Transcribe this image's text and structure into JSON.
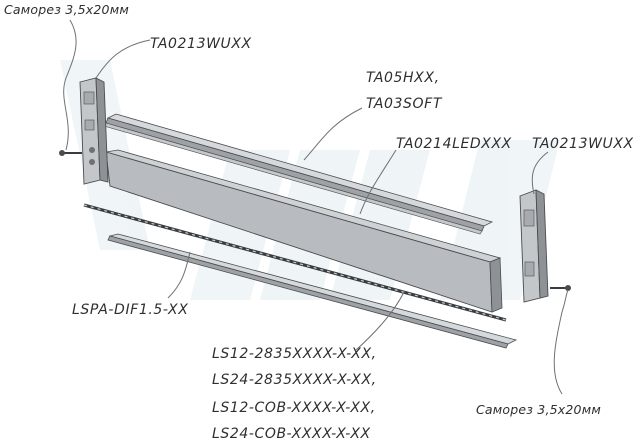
{
  "labels": {
    "screw_top": "Саморез 3,5х20мм",
    "end_cap_top": "TA0213WUXX",
    "profile_ta05": "TA05HXX,",
    "profile_ta03": "TA03SOFT",
    "led_profile": "TA0214LEDXXX",
    "end_cap_right": "TA0213WUXX",
    "diffuser": "LSPA-DIF1.5-XX",
    "strip_list": [
      "LS12-2835XXXX-X-XX,",
      "LS24-2835XXXX-X-XX,",
      "LS12-COB-XXXX-X-XX,",
      "LS24-COB-XXXX-X-XX"
    ],
    "screw_bottom": "Саморез 3,5х20мм"
  },
  "watermark": "ЯНЖ",
  "colors": {
    "part_fill": "#b8bcc0",
    "part_edge": "#4a4d50",
    "leader": "#6e7174",
    "text": "#2f2f2f",
    "watermark": "#e3ecf2"
  }
}
